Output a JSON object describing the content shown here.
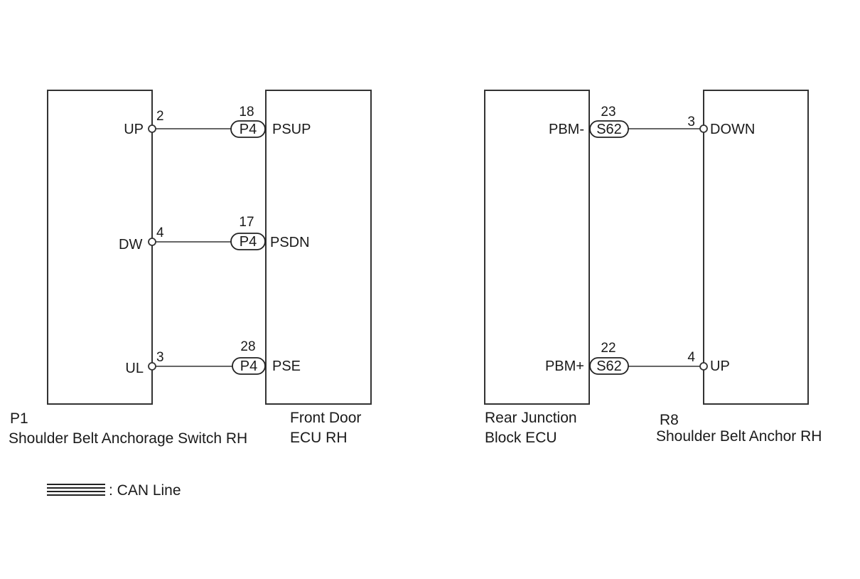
{
  "components": {
    "p1": {
      "code": "P1",
      "name": "Shoulder Belt Anchorage Switch RH"
    },
    "front_door_ecu": {
      "line1": "Front Door",
      "line2": "ECU RH"
    },
    "rear_jb_ecu": {
      "line1": "Rear Junction",
      "line2": "Block ECU"
    },
    "r8": {
      "code": "R8",
      "name": "Shoulder Belt Anchor RH"
    }
  },
  "left_circuit": {
    "wires": [
      {
        "from_pin": "UP",
        "from_num": "2",
        "connector": "P4",
        "conn_num": "18",
        "to_pin": "PSUP"
      },
      {
        "from_pin": "DW",
        "from_num": "4",
        "connector": "P4",
        "conn_num": "17",
        "to_pin": "PSDN"
      },
      {
        "from_pin": "UL",
        "from_num": "3",
        "connector": "P4",
        "conn_num": "28",
        "to_pin": "PSE"
      }
    ]
  },
  "right_circuit": {
    "wires": [
      {
        "from_pin": "PBM-",
        "connector": "S62",
        "conn_num": "23",
        "to_num": "3",
        "to_pin": "DOWN"
      },
      {
        "from_pin": "PBM+",
        "connector": "S62",
        "conn_num": "22",
        "to_num": "4",
        "to_pin": "UP"
      }
    ]
  },
  "legend": {
    "text": ": CAN Line"
  }
}
